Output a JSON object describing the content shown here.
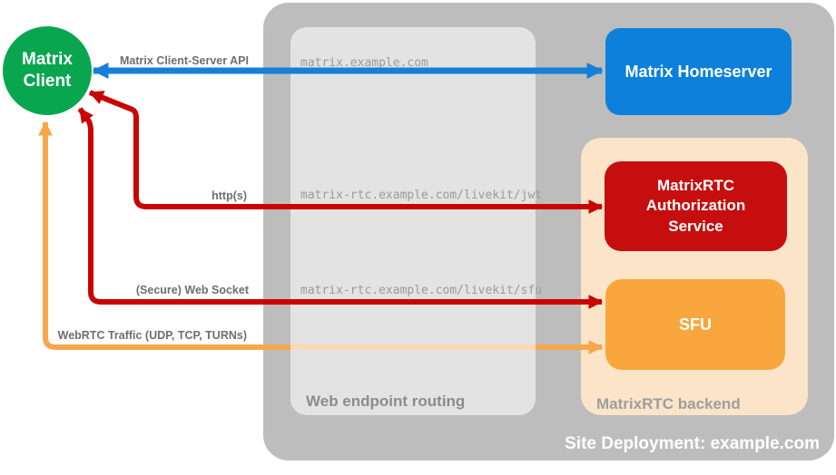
{
  "diagram": {
    "client": {
      "label": "Matrix Client",
      "color": "#0aa64f"
    },
    "nodes": {
      "homeserver": {
        "label": "Matrix Homeserver",
        "color": "#0c80da"
      },
      "auth_service": {
        "label": "MatrixRTC Authorization Service",
        "color": "#c60e0e"
      },
      "sfu": {
        "label": "SFU",
        "color": "#f9a63c"
      }
    },
    "regions": {
      "site": {
        "label": "Site Deployment: example.com",
        "color": "#bdbdbd"
      },
      "routing": {
        "label": "Web endpoint routing",
        "color": "#e4e4e4"
      },
      "backend": {
        "label": "MatrixRTC backend",
        "color": "#fbe4c8"
      }
    },
    "connections": {
      "cs_api": {
        "label": "Matrix Client-Server API",
        "endpoint": "matrix.example.com",
        "color": "#1580d8",
        "direction": "bidirectional"
      },
      "jwt": {
        "label": "http(s)",
        "endpoint": "matrix-rtc.example.com/livekit/jwt",
        "color": "#ca0404",
        "direction": "bidirectional"
      },
      "websocket": {
        "label": "(Secure) Web Socket",
        "endpoint": "matrix-rtc.example.com/livekit/sfu",
        "color": "#ca0404",
        "direction": "bidirectional"
      },
      "webrtc": {
        "label": "WebRTC Traffic (UDP, TCP, TURNs)",
        "endpoint": "",
        "color": "#f6a74c",
        "direction": "bidirectional"
      }
    }
  }
}
